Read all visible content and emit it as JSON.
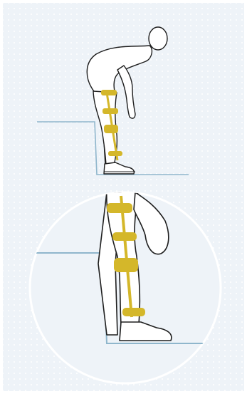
{
  "illustration": {
    "subject": "knee-brace-sit-to-stand",
    "panels": [
      {
        "id": "full-figure",
        "pose": "standing-bent-forward-hands-on-knee"
      },
      {
        "id": "detail-circle",
        "pose": "hand-on-knee-closeup"
      }
    ],
    "colors": {
      "background": "#eef3f8",
      "dots": "#ffffff",
      "circle_fill": "#eef3f8",
      "circle_stroke": "#ffffff",
      "outline": "#1e1e1e",
      "skin": "#ffffff",
      "brace": "#d4b72a",
      "brace_dark": "#b89a18",
      "chair": "#8fb6cc"
    }
  }
}
